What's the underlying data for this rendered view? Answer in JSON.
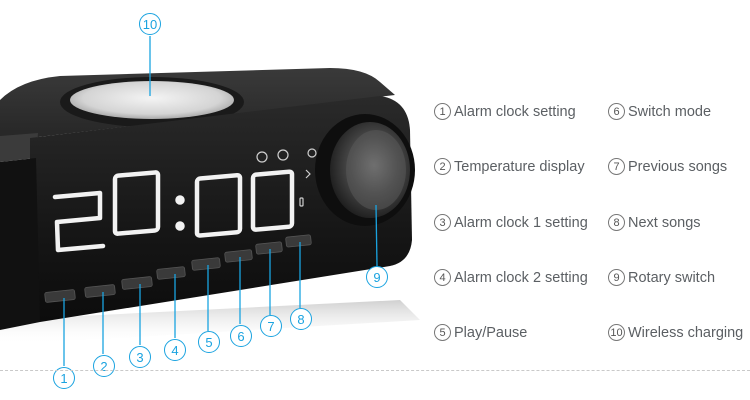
{
  "clock_display": "20:00",
  "callouts": [
    "1",
    "2",
    "3",
    "4",
    "5",
    "6",
    "7",
    "8",
    "9",
    "10"
  ],
  "legend": [
    {
      "num": "1",
      "label": "Alarm clock setting"
    },
    {
      "num": "2",
      "label": "Temperature display"
    },
    {
      "num": "3",
      "label": "Alarm clock 1 setting"
    },
    {
      "num": "4",
      "label": "Alarm clock 2 setting"
    },
    {
      "num": "5",
      "label": "Play/Pause"
    },
    {
      "num": "6",
      "label": "Switch mode"
    },
    {
      "num": "7",
      "label": "Previous songs"
    },
    {
      "num": "8",
      "label": "Next songs"
    },
    {
      "num": "9",
      "label": "Rotary switch"
    },
    {
      "num": "10",
      "label": "Wireless charging"
    }
  ],
  "colors": {
    "callout": "#1aa3e0",
    "led": "#f2f2f2",
    "body": "#222222"
  }
}
